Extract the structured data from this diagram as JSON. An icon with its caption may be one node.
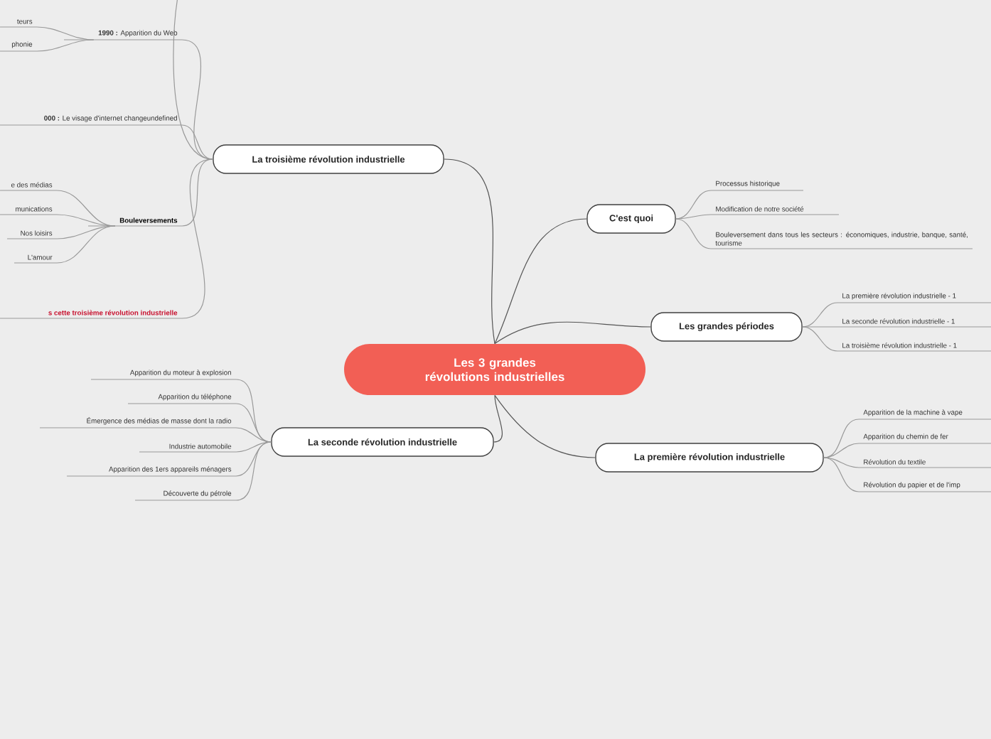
{
  "diagram": {
    "nodes": [
      {
        "text": [
          "Les 3 grandes révolutions industrielles"
        ]
      },
      {
        "text": [
          "La troisième révolution industrielle"
        ]
      },
      {
        "text": [
          "**1990 :** Apparition du Web"
        ]
      },
      {
        "text": [
          "teurs"
        ]
      },
      {
        "text": [
          "phonie"
        ]
      },
      {
        "text": [
          "**000 :** Le visage d'internet changeundefined"
        ]
      },
      {
        "text": [
          "Bouleversements"
        ]
      },
      {
        "text": [
          "e des médias"
        ]
      },
      {
        "text": [
          "munications"
        ]
      },
      {
        "text": [
          "Nos loisirs"
        ]
      },
      {
        "text": [
          "L'amour"
        ]
      },
      {
        "text": [
          "s cette troisième révolution industrielle"
        ]
      },
      {
        "text": [
          "C'est quoi"
        ]
      },
      {
        "text": [
          "Processus historique"
        ]
      },
      {
        "text": [
          "Modification de notre société"
        ]
      },
      {
        "text": [
          "Bouleversement dans tous les secteurs : économiques, industrie, banque, santé, tourisme"
        ]
      },
      {
        "text": [
          "Les grandes périodes"
        ]
      },
      {
        "text": [
          "La première révolution industrielle - 1"
        ]
      },
      {
        "text": [
          "La seconde révolution industrielle - 1"
        ]
      },
      {
        "text": [
          "La troisième révolution industrielle - 1"
        ]
      },
      {
        "text": [
          "La seconde révolution industrielle"
        ]
      },
      {
        "text": [
          "Apparition du moteur à explosion"
        ]
      },
      {
        "text": [
          "Apparition du téléphone"
        ]
      },
      {
        "text": [
          "Émergence des médias de masse dont la radio"
        ]
      },
      {
        "text": [
          "Industrie automobile"
        ]
      },
      {
        "text": [
          "Apparition des 1ers appareils ménagers"
        ]
      },
      {
        "text": [
          "Découverte du pétrole"
        ]
      },
      {
        "text": [
          "La première révolution industrielle"
        ]
      },
      {
        "text": [
          "Apparition de la machine à vape"
        ]
      },
      {
        "text": [
          "Apparition du chemin de fer"
        ]
      },
      {
        "text": [
          "Révolution du textile"
        ]
      },
      {
        "text": [
          "Révolution du papier et de l'imp"
        ]
      }
    ],
    "edges": [
      {
        "from": 0,
        "to": 1,
        "arrow": "none",
        "color": "#555555"
      },
      {
        "from": 0,
        "to": 12,
        "arrow": "none",
        "color": "#555555"
      },
      {
        "from": 0,
        "to": 16,
        "arrow": "none",
        "color": "#555555"
      },
      {
        "from": 0,
        "to": 20,
        "arrow": "none",
        "color": "#555555"
      },
      {
        "from": 0,
        "to": 27,
        "arrow": "none",
        "color": "#555555"
      },
      {
        "from": 1,
        "to": null,
        "arrow": "none"
      },
      {
        "from": 1,
        "to": 2,
        "arrow": "none"
      },
      {
        "from": 2,
        "to": 3,
        "arrow": "none"
      },
      {
        "from": 2,
        "to": 4,
        "arrow": "none"
      },
      {
        "from": 1,
        "to": 5,
        "arrow": "none"
      },
      {
        "from": 1,
        "to": 6,
        "arrow": "none"
      },
      {
        "from": 6,
        "to": 7,
        "arrow": "none"
      },
      {
        "from": 6,
        "to": 8,
        "arrow": "none"
      },
      {
        "from": 6,
        "to": 9,
        "arrow": "none"
      },
      {
        "from": 6,
        "to": 10,
        "arrow": "none"
      },
      {
        "from": 1,
        "to": 11,
        "arrow": "none"
      },
      {
        "from": 12,
        "to": 13,
        "arrow": "none"
      },
      {
        "from": 12,
        "to": 14,
        "arrow": "none"
      },
      {
        "from": 12,
        "to": 15,
        "arrow": "none"
      },
      {
        "from": 16,
        "to": 17,
        "arrow": "none"
      },
      {
        "from": 16,
        "to": 18,
        "arrow": "none"
      },
      {
        "from": 16,
        "to": 19,
        "arrow": "none"
      },
      {
        "from": 20,
        "to": 21,
        "arrow": "none"
      },
      {
        "from": 20,
        "to": 22,
        "arrow": "none"
      },
      {
        "from": 20,
        "to": 23,
        "arrow": "none"
      },
      {
        "from": 20,
        "to": 24,
        "arrow": "none"
      },
      {
        "from": 20,
        "to": 25,
        "arrow": "none"
      },
      {
        "from": 20,
        "to": 26,
        "arrow": "none"
      },
      {
        "from": 27,
        "to": 28,
        "arrow": "none"
      },
      {
        "from": 27,
        "to": 29,
        "arrow": "none"
      },
      {
        "from": 27,
        "to": 30,
        "arrow": "none"
      },
      {
        "from": 27,
        "to": 31,
        "arrow": "none"
      }
    ]
  }
}
